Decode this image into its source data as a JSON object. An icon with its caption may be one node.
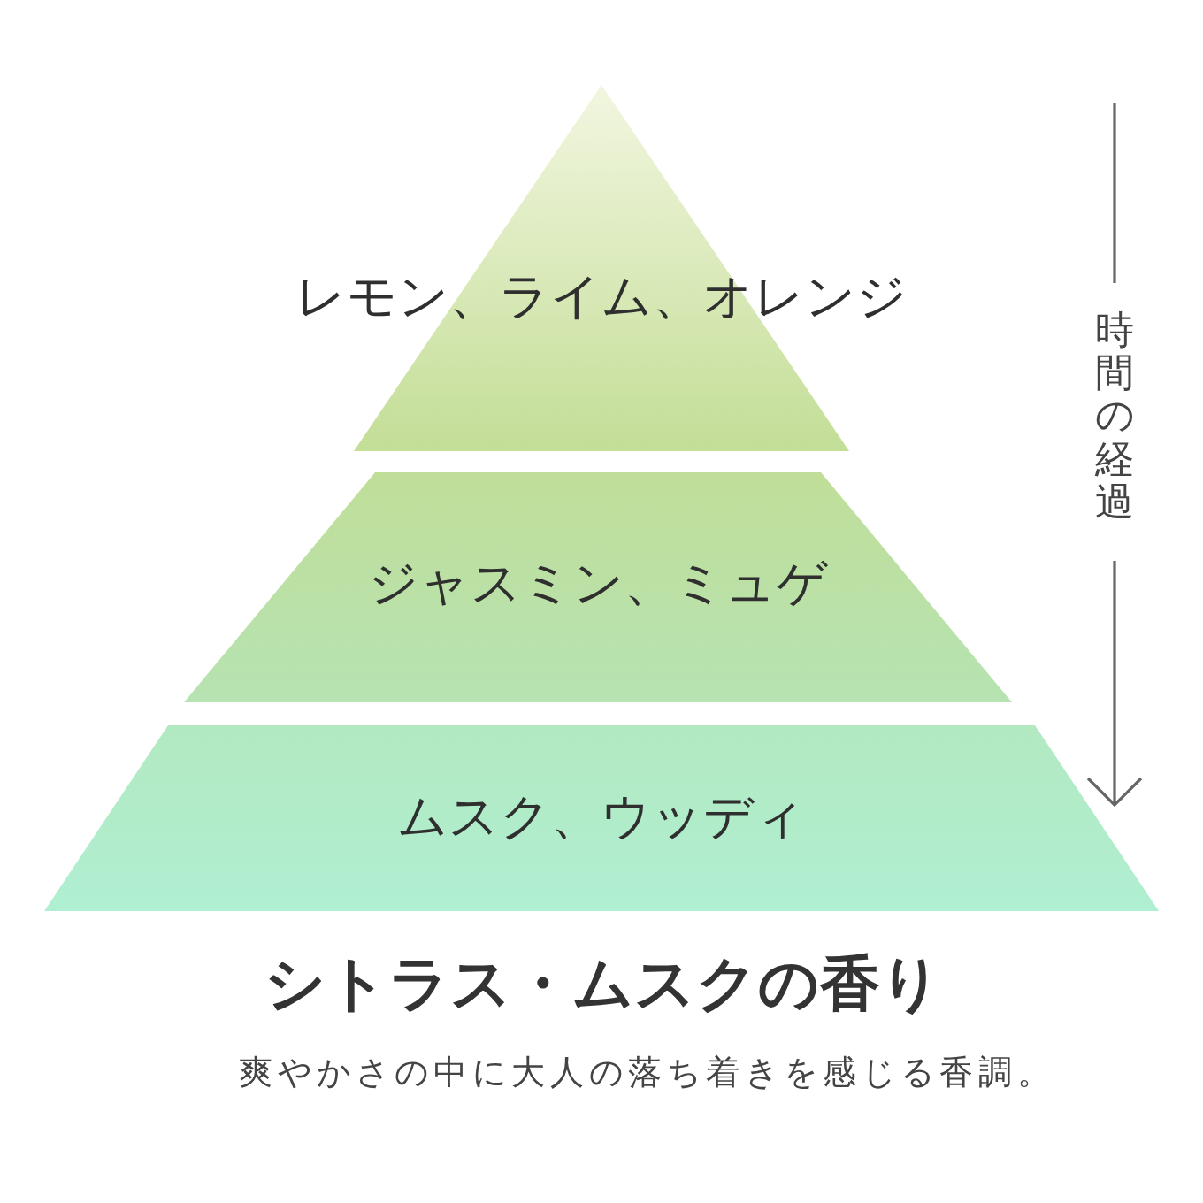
{
  "diagram": {
    "title": "シトラス・ムスクの香り",
    "caption": "爽やかさの中に大人の落ち着きを感じる香調。",
    "nodes": [
      {
        "text": [
          "レモン、ライム、オレンジ"
        ]
      },
      {
        "text": [
          "ジャスミン、ミュゲ"
        ]
      },
      {
        "text": [
          "ムスク、ウッディ"
        ]
      }
    ],
    "labels": [
      "時間の経過"
    ]
  }
}
